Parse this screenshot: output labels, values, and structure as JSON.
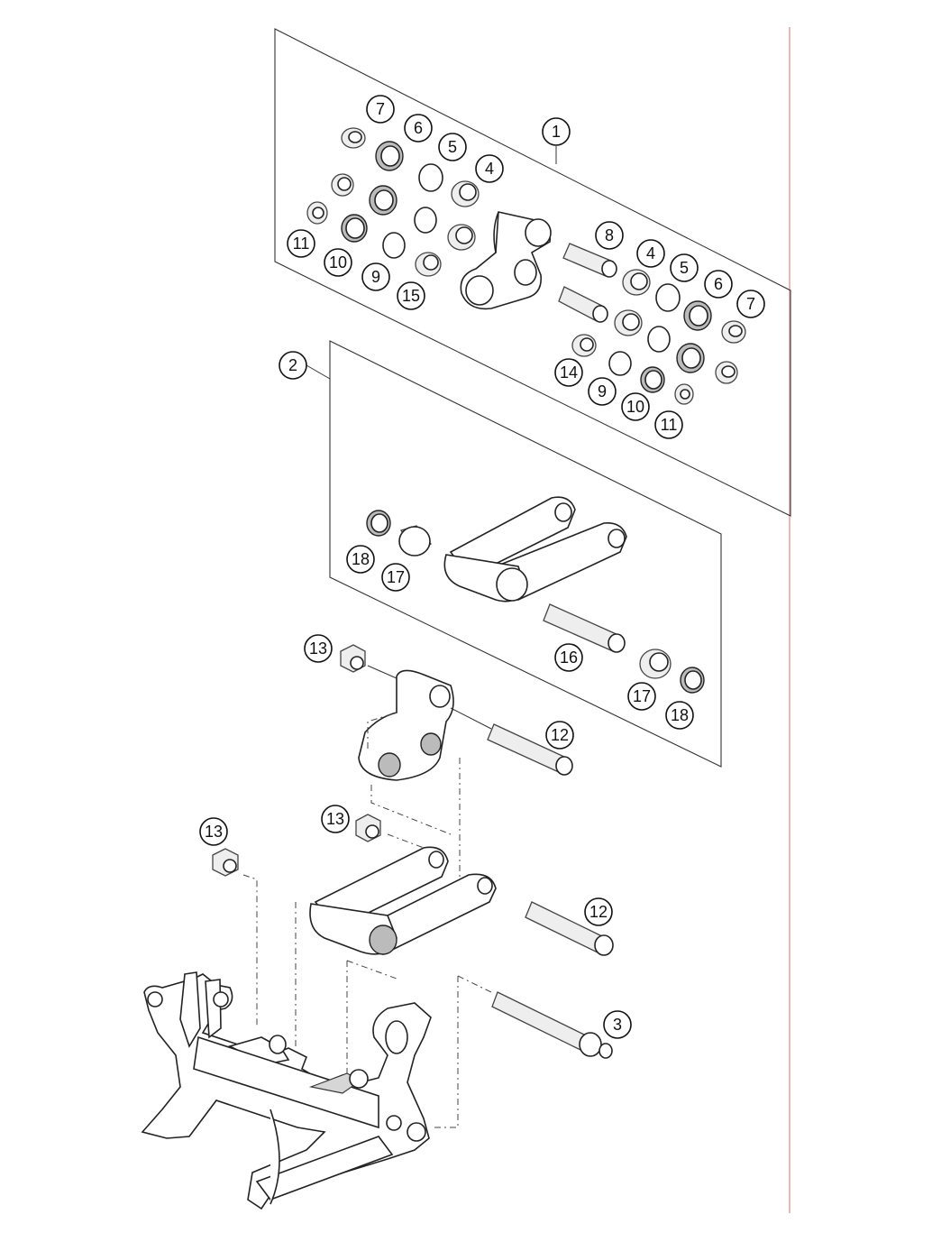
{
  "callouts": [
    {
      "id": "c1",
      "label": "1"
    },
    {
      "id": "c2",
      "label": "2"
    },
    {
      "id": "c3",
      "label": "3"
    },
    {
      "id": "c4a",
      "label": "4"
    },
    {
      "id": "c4b",
      "label": "4"
    },
    {
      "id": "c5a",
      "label": "5"
    },
    {
      "id": "c5b",
      "label": "5"
    },
    {
      "id": "c6a",
      "label": "6"
    },
    {
      "id": "c6b",
      "label": "6"
    },
    {
      "id": "c7a",
      "label": "7"
    },
    {
      "id": "c7b",
      "label": "7"
    },
    {
      "id": "c8",
      "label": "8"
    },
    {
      "id": "c9a",
      "label": "9"
    },
    {
      "id": "c9b",
      "label": "9"
    },
    {
      "id": "c10a",
      "label": "10"
    },
    {
      "id": "c10b",
      "label": "10"
    },
    {
      "id": "c11a",
      "label": "11"
    },
    {
      "id": "c11b",
      "label": "11"
    },
    {
      "id": "c12a",
      "label": "12"
    },
    {
      "id": "c12b",
      "label": "12"
    },
    {
      "id": "c13a",
      "label": "13"
    },
    {
      "id": "c13b",
      "label": "13"
    },
    {
      "id": "c13c",
      "label": "13"
    },
    {
      "id": "c14",
      "label": "14"
    },
    {
      "id": "c15",
      "label": "15"
    },
    {
      "id": "c16",
      "label": "16"
    },
    {
      "id": "c17a",
      "label": "17"
    },
    {
      "id": "c17b",
      "label": "17"
    },
    {
      "id": "c18a",
      "label": "18"
    },
    {
      "id": "c18b",
      "label": "18"
    }
  ],
  "colors": {
    "line": "#222222",
    "margin_rule": "#e8a0a0",
    "background": "#ffffff"
  }
}
